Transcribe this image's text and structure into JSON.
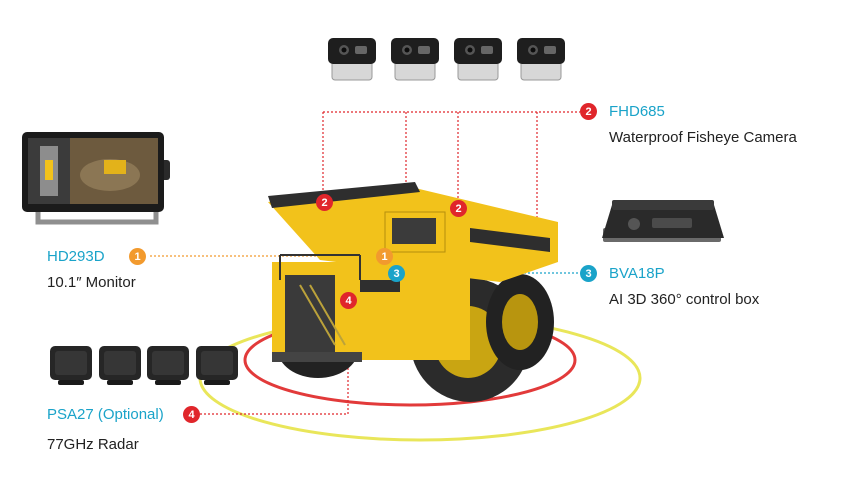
{
  "components": [
    {
      "number": "1",
      "model": "HD293D",
      "description": "10.1″ Monitor",
      "color": "#f29a2e"
    },
    {
      "number": "2",
      "model": "FHD685",
      "description": "Waterproof Fisheye Camera",
      "color": "#e0262b"
    },
    {
      "number": "3",
      "model": "BVA18P",
      "description": "AI 3D 360° control box",
      "color": "#1aa3c9"
    },
    {
      "number": "4",
      "model": "PSA27 (Optional)",
      "description": "77GHz Radar",
      "color": "#e0262b"
    }
  ],
  "colors": {
    "truck_body": "#f2c21b",
    "truck_dark": "#3a3a3a",
    "ring_outer": "#e9e65a",
    "ring_inner": "#e23a3a",
    "leader_orange": "#f29a2e",
    "leader_red": "#e0262b",
    "leader_teal": "#1aa3c9"
  }
}
